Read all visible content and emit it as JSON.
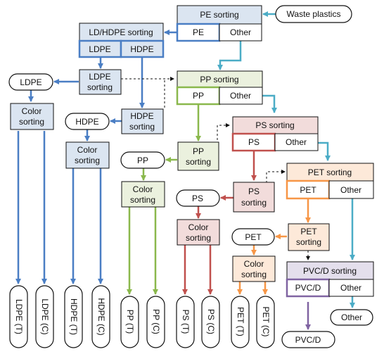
{
  "input": {
    "waste_plastics": "Waste plastics"
  },
  "pe_sorting": {
    "title": "PE sorting",
    "out_pe": "PE",
    "out_other": "Other"
  },
  "ldhdpe_sorting": {
    "title": "LD/HDPE sorting",
    "out_ldpe": "LDPE",
    "out_hdpe": "HDPE"
  },
  "ldpe_sorting": {
    "title_line1": "LDPE",
    "title_line2": "sorting",
    "product": "LDPE"
  },
  "hdpe_sorting": {
    "title_line1": "HDPE",
    "title_line2": "sorting",
    "product": "HDPE"
  },
  "pp_sorting": {
    "title": "PP sorting",
    "out_pp": "PP",
    "out_other": "Other"
  },
  "pp_sub_sorting": {
    "title_line1": "PP",
    "title_line2": "sorting",
    "product": "PP"
  },
  "ps_sorting": {
    "title": "PS sorting",
    "out_ps": "PS",
    "out_other": "Other"
  },
  "ps_sub_sorting": {
    "title_line1": "PS",
    "title_line2": "sorting",
    "product": "PS"
  },
  "pet_sorting": {
    "title": "PET sorting",
    "out_pet": "PET",
    "out_other": "Other"
  },
  "pet_sub_sorting": {
    "title_line1": "PET",
    "title_line2": "sorting",
    "product": "PET"
  },
  "pvcd_sorting": {
    "title": "PVC/D sorting",
    "out_pvcd": "PVC/D",
    "out_other": "Other",
    "final_other": "Other",
    "final_pvcd": "PVC/D"
  },
  "color_sorting": {
    "line1": "Color",
    "line2": "sorting"
  },
  "outputs": {
    "ldpe_t": "LDPE (T)",
    "ldpe_c": "LDPE (C)",
    "hdpe_t": "HDPE (T)",
    "hdpe_c": "HDPE (C)",
    "pp_t": "PP (T)",
    "pp_c": "PP (C)",
    "ps_t": "PS (T)",
    "ps_c": "PS (C)",
    "pet_t": "PET (T)",
    "pet_c": "PET (C)"
  },
  "colors": {
    "pe_line": "#4a7ec4",
    "pe_box": "#dbe5f1",
    "pp_line": "#8ab84c",
    "pp_box": "#ebf1de",
    "ps_line": "#c0504d",
    "ps_box": "#f2dcdb",
    "pet_line": "#f79646",
    "pet_box": "#fde9d9",
    "pvc_line": "#8064a2",
    "pvc_box": "#e4dfec",
    "other_line": "#4bacc6"
  }
}
